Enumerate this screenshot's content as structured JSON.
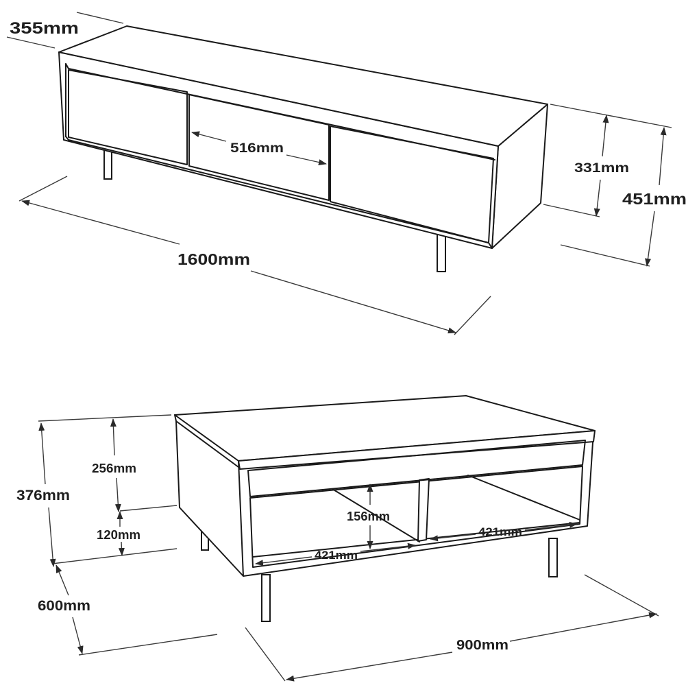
{
  "tv_unit": {
    "depth": "355mm",
    "drawer_width": "516mm",
    "body_height": "331mm",
    "total_height": "451mm",
    "width": "1600mm"
  },
  "coffee_table": {
    "total_height": "376mm",
    "upper_height": "256mm",
    "leg_height": "120mm",
    "shelf_height": "156mm",
    "compartment_left_width": "421mm",
    "compartment_right_width": "421mm",
    "depth": "600mm",
    "width": "900mm"
  },
  "colors": {
    "line": "#1a1a1a",
    "background": "#ffffff"
  }
}
